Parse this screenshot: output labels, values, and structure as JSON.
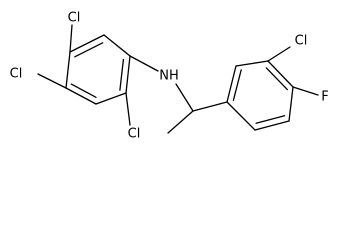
{
  "molecule": {
    "atom_labels": {
      "cl_top": "Cl",
      "cl_left": "Cl",
      "cl_bottom": "Cl",
      "nh": "NH",
      "cl_right": "Cl",
      "f": "F"
    }
  }
}
